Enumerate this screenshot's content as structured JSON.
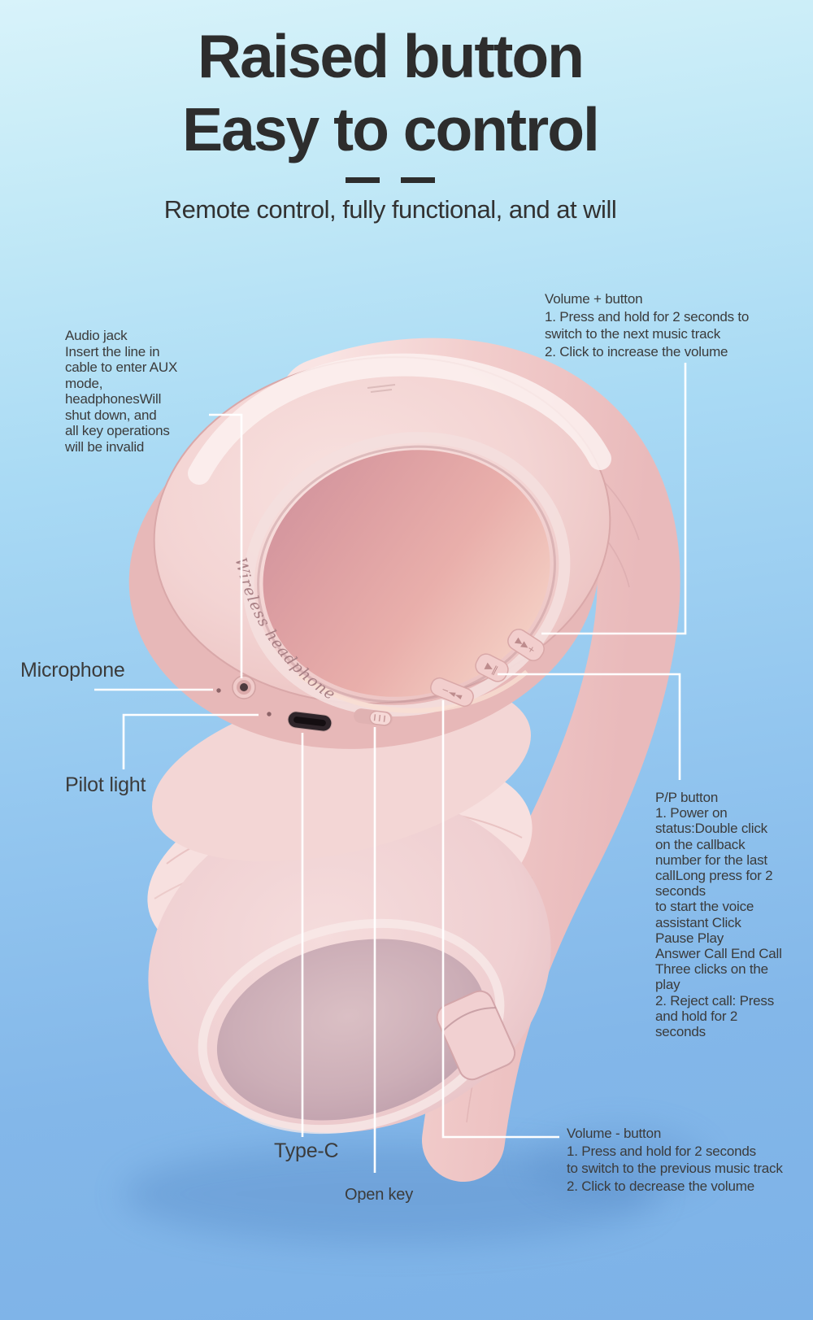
{
  "page": {
    "title": "Raised button\nEasy to control",
    "subtitle": "Remote control, fully functional, and at will"
  },
  "product": {
    "engraving": "Wireless headphone",
    "key_icons": {
      "volume_minus": "−◄◄",
      "play_pause": "▶‖",
      "volume_plus": "▶▶+"
    }
  },
  "callouts": {
    "audio_jack": "Audio jack\nInsert the line in\ncable to enter AUX\nmode,\nheadphonesWill\nshut down, and\nall key operations\nwill be invalid",
    "volume_plus": "Volume + button\n1. Press and hold for 2 seconds to\nswitch to the next music track\n2. Click to increase the volume",
    "microphone": "Microphone",
    "pilot_light": "Pilot light",
    "pp_button": "P/P button\n1. Power on\nstatus:Double click\non the callback\nnumber for the last\ncallLong press for 2\nseconds\nto start the voice\nassistant Click\nPause Play\nAnswer Call End Call\nThree clicks on the\nplay\n2. Reject call: Press\nand hold for 2\nseconds",
    "type_c": "Type-C",
    "open_key": "Open key",
    "volume_minus": "Volume - button\n1. Press and hold for 2 seconds\nto switch to the previous music track\n2. Click to decrease the volume"
  },
  "colors": {
    "background_top": "#d8f3fa",
    "background_bottom": "#7db2e7",
    "product_pink": "#f2cfce",
    "metal_rose": "#e2a4a3",
    "text": "#3b3b3b",
    "callout_line": "#ffffff"
  }
}
